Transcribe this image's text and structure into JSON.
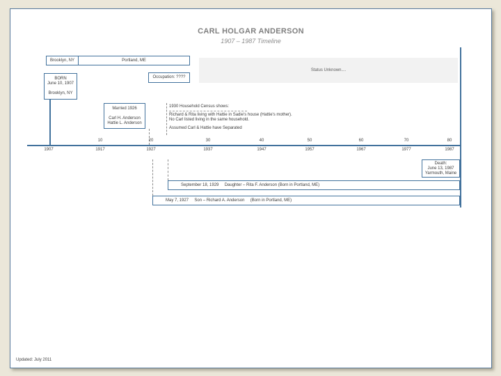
{
  "header": {
    "title": "CARL HOLGAR ANDERSON",
    "subtitle": "1907 – 1987 Timeline"
  },
  "residence_bar": {
    "brooklyn": "Brooklyn, NY",
    "portland": "Portland, ME"
  },
  "born_box": {
    "line1": "BORN",
    "line2": "June 10, 1907",
    "line3": "Brooklyn, NY"
  },
  "occupation_box": {
    "label": "Occupation: ????"
  },
  "status_box": {
    "label": "Status Unknown...."
  },
  "married_box": {
    "line1": "Married 1926",
    "line2": "Carl H. Anderson",
    "line3": "Hattie L. Anderson"
  },
  "census_note": {
    "line1": "1930 Household Census shows:",
    "line2": "Richard & Rita living with Hattie in Sadie's house (Hattie's mother).",
    "line3": "No Carl listed living in the same household.",
    "line4": "Assumed Carl & Hattie have Separated"
  },
  "axis": {
    "decade_labels": [
      "10",
      "20",
      "30",
      "40",
      "50",
      "60",
      "70",
      "80"
    ],
    "year_labels": [
      "1907",
      "1917",
      "1927",
      "1937",
      "1947",
      "1957",
      "1967",
      "1977",
      "1987"
    ]
  },
  "death_box": {
    "line1": "Death:",
    "line2": "June 13, 1987",
    "line3": "Yarmouth, Maine"
  },
  "children_bars": {
    "daughter": "September 18, 1929     Daughter – Rita F. Anderson (Born in Portland, ME)",
    "son": "May 7, 1927     Son – Richard A. Anderson     (Born in Portland, ME)"
  },
  "footer": {
    "updated": "Updated: July 2011"
  },
  "colors": {
    "accent": "#41719c",
    "title_gray": "#7f7f7f",
    "status_bg": "#f2f2f2",
    "page_border": "#54779a"
  }
}
